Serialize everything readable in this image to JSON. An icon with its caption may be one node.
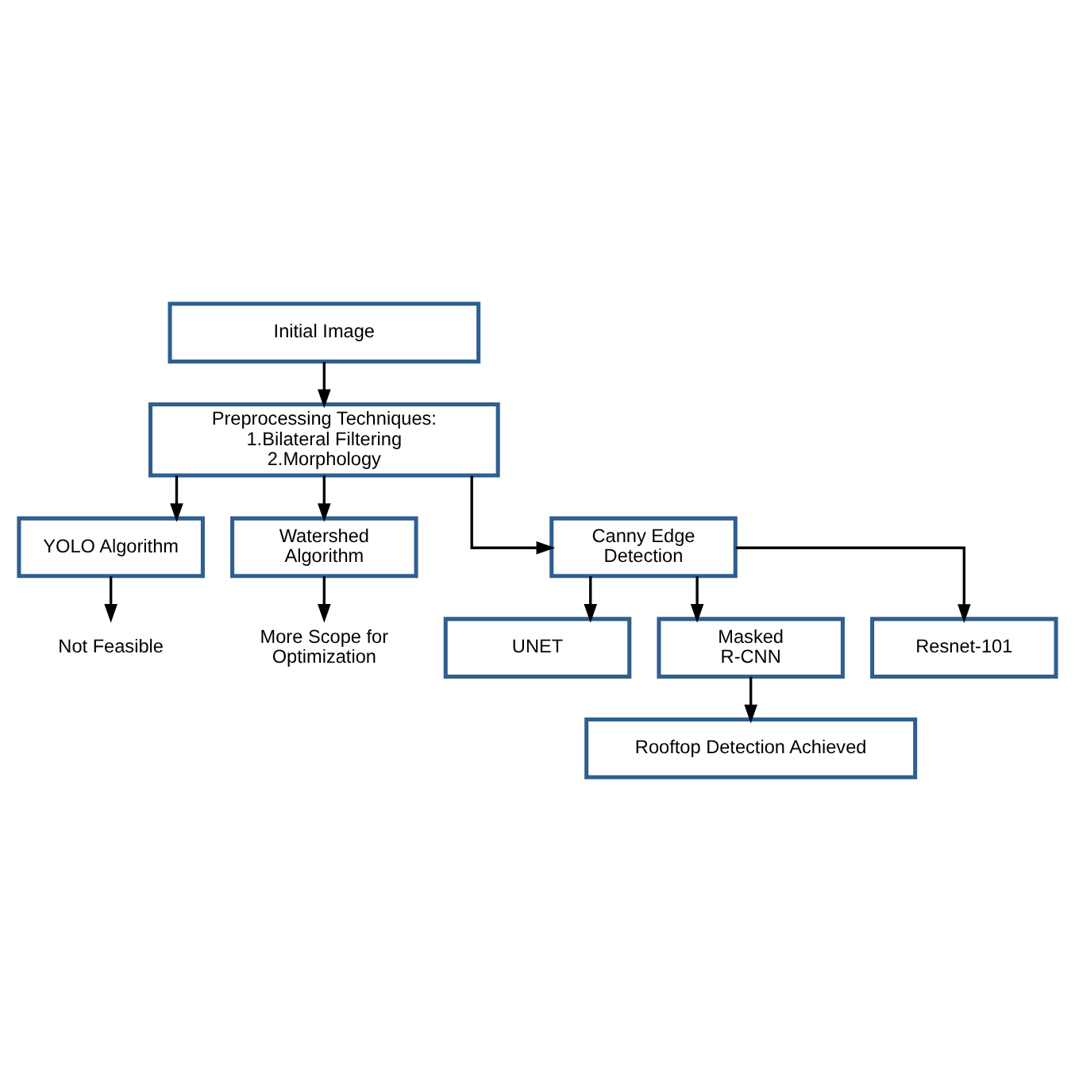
{
  "diagram": {
    "nodes": [
      {
        "text": [
          "Initial Image"
        ]
      },
      {
        "text": [
          "Preprocessing Techniques:",
          "1.Bilateral Filtering",
          "2.Morphology"
        ]
      },
      {
        "text": [
          "YOLO Algorithm"
        ]
      },
      {
        "text": [
          "Watershed Algorithm"
        ]
      },
      {
        "text": [
          "Canny Edge Detection"
        ]
      },
      {
        "text": [
          "Not Feasible"
        ]
      },
      {
        "text": [
          "More Scope for Optimization"
        ]
      },
      {
        "text": [
          "UNET"
        ]
      },
      {
        "text": [
          "Masked R-CNN"
        ]
      },
      {
        "text": [
          "Resnet-101"
        ]
      },
      {
        "text": [
          "Rooftop Detection Achieved"
        ]
      }
    ],
    "edges": [
      {
        "from": 0,
        "to": 1,
        "arrow": "to"
      },
      {
        "from": 1,
        "to": 2,
        "arrow": "to"
      },
      {
        "from": 1,
        "to": 3,
        "arrow": "to"
      },
      {
        "from": 1,
        "to": 4,
        "arrow": "to"
      },
      {
        "from": 2,
        "to": 5,
        "arrow": "to"
      },
      {
        "from": 3,
        "to": 6,
        "arrow": "to"
      },
      {
        "from": 4,
        "to": 7,
        "arrow": "to"
      },
      {
        "from": 4,
        "to": 8,
        "arrow": "to"
      },
      {
        "from": 4,
        "to": 9,
        "arrow": "to"
      },
      {
        "from": 8,
        "to": 10,
        "arrow": "to"
      }
    ]
  }
}
